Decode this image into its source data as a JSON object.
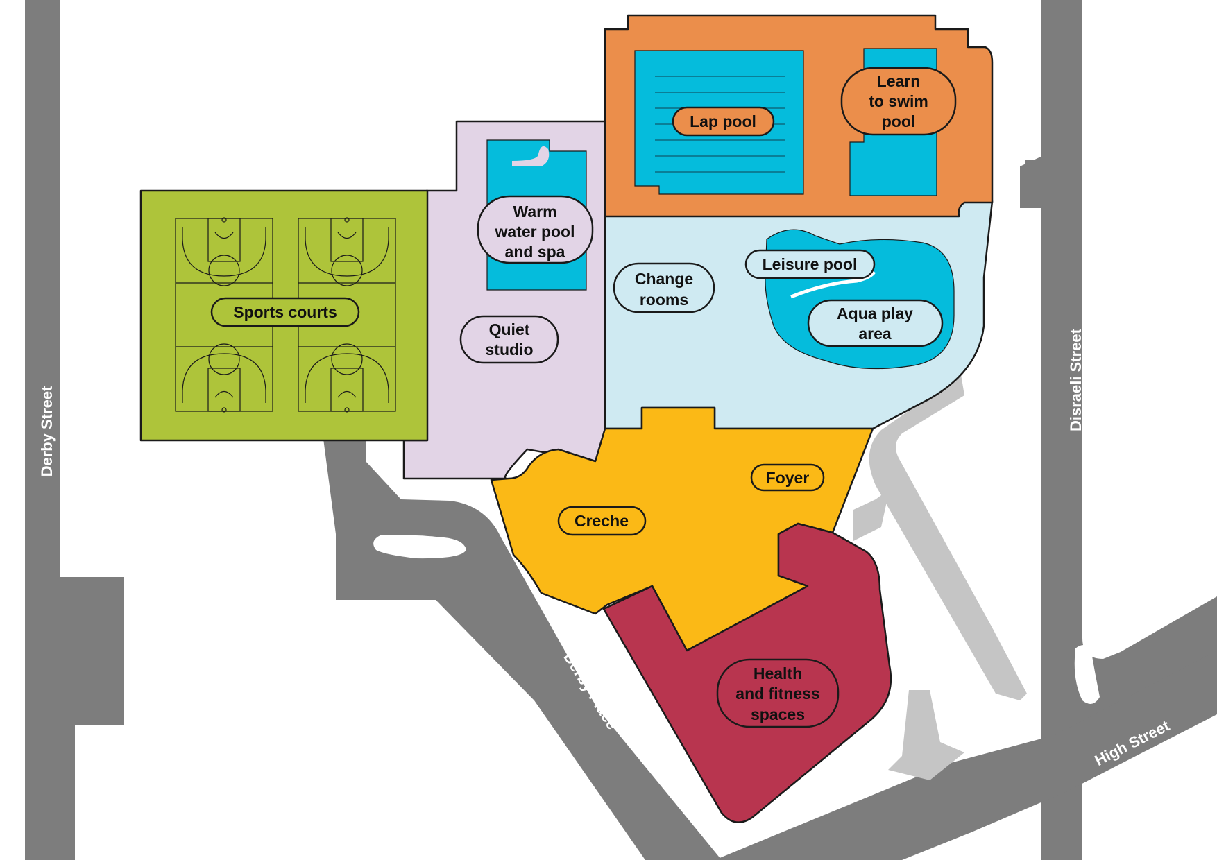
{
  "colors": {
    "road": "#7d7d7d",
    "path": "#c5c5c5",
    "footprint": "#e8e8e8",
    "sports": "#aec43a",
    "studio": "#e2d4e6",
    "aquatic_hall": "#cfeaf2",
    "pool_deck": "#eb8e4b",
    "water": "#05bcdc",
    "foyer": "#fbb916",
    "fitness": "#b8354f",
    "pill_light": "#ffffff"
  },
  "streets": {
    "derby_street": "Derby Street",
    "disraeli_street": "Disraeli Street",
    "derby_place": "Derby Place",
    "high_street": "High Street"
  },
  "areas": {
    "sports_courts": "Sports courts",
    "warm_water_pool": [
      "Warm",
      "water pool",
      "and spa"
    ],
    "quiet_studio": [
      "Quiet",
      "studio"
    ],
    "lap_pool": "Lap pool",
    "learn_to_swim": [
      "Learn",
      "to swim",
      "pool"
    ],
    "change_rooms": [
      "Change",
      "rooms"
    ],
    "leisure_pool": "Leisure pool",
    "aqua_play": [
      "Aqua play",
      "area"
    ],
    "creche": "Creche",
    "foyer": "Foyer",
    "health_fitness": [
      "Health",
      "and fitness",
      "spaces"
    ]
  }
}
